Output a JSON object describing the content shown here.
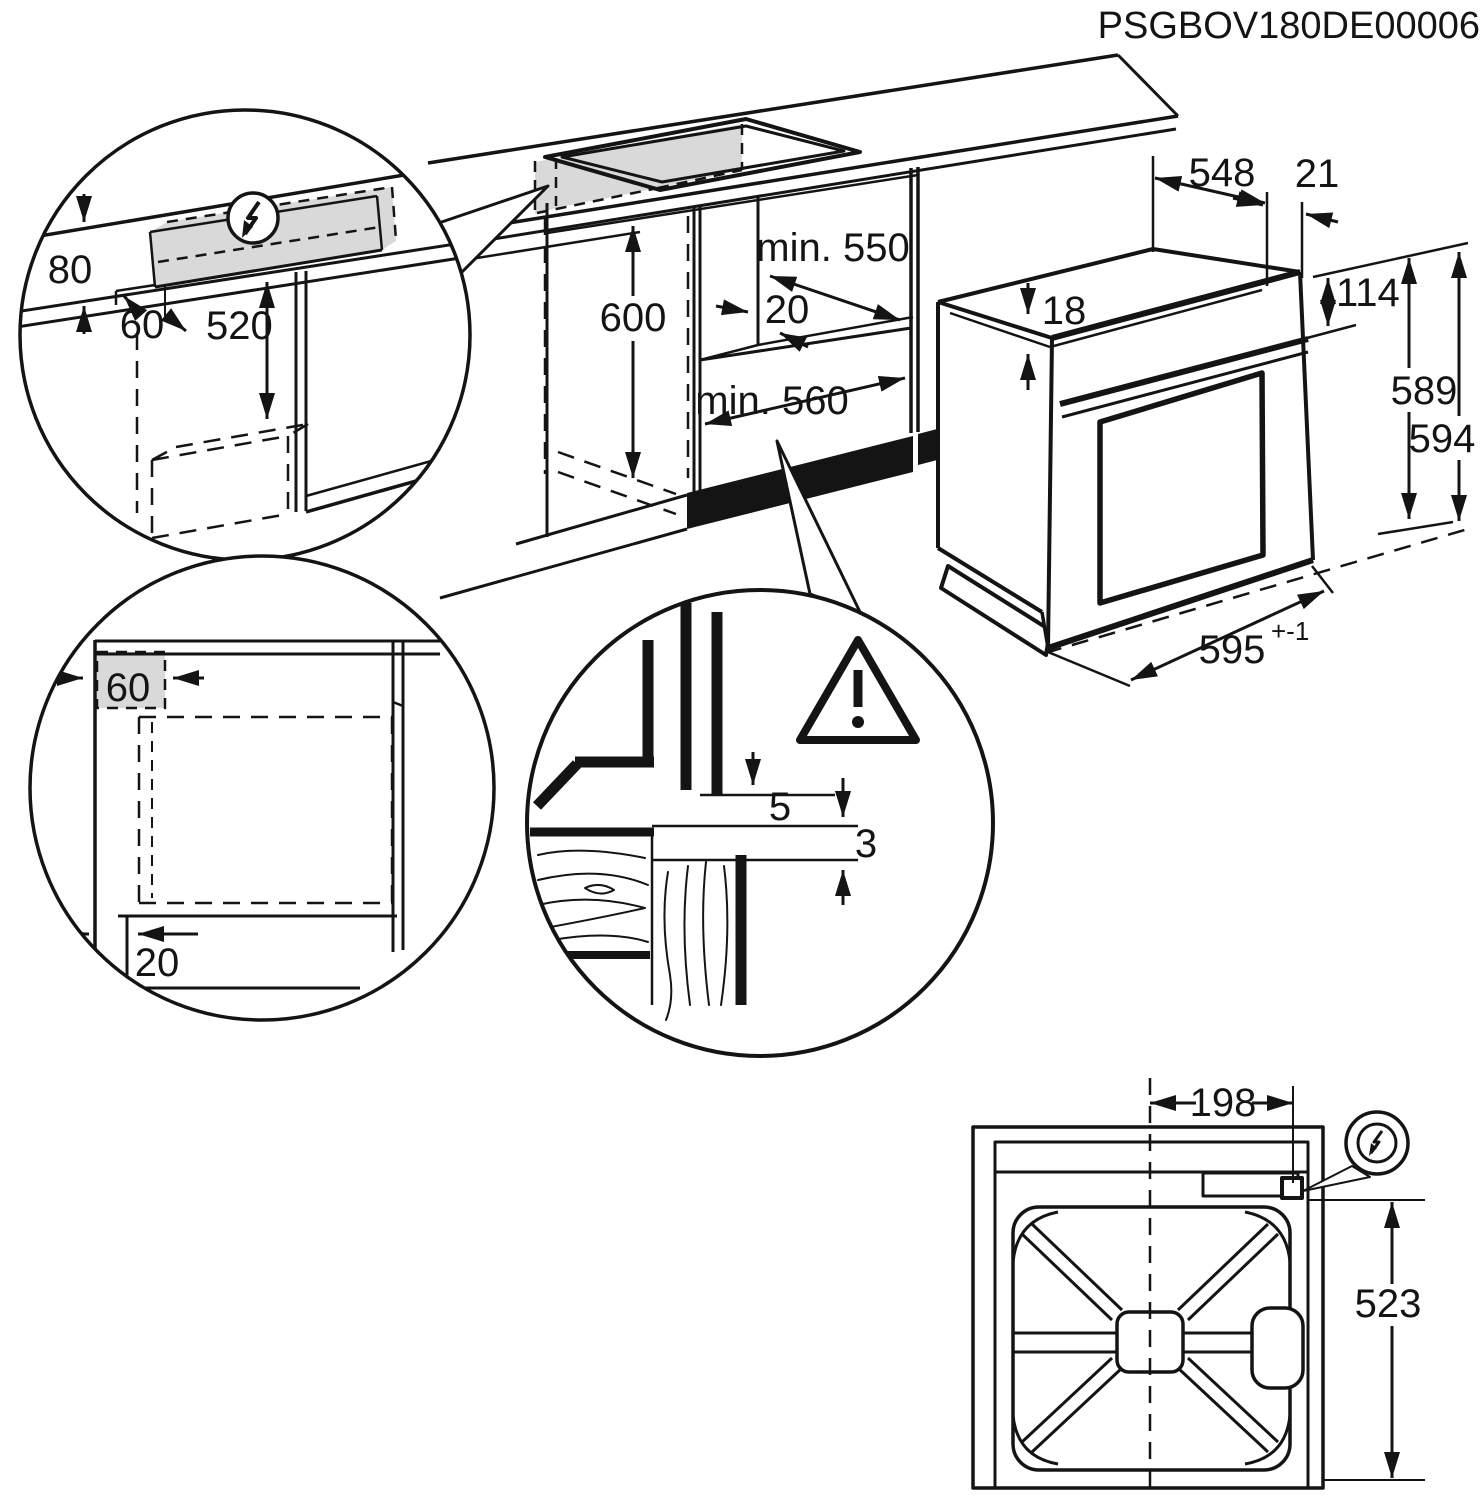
{
  "title": "PSGBOV180DE00006",
  "colors": {
    "line": "#141414",
    "shade": "#d9d9d9",
    "background": "#ffffff"
  },
  "views": {
    "electrical_detail": {
      "name": "electrical connection recess detail",
      "icon": "lightning-icon",
      "dims": {
        "recess_height": "80",
        "side_offset": "60",
        "drop": "520"
      }
    },
    "niche_cutaway": {
      "name": "cabinet niche cutaway",
      "dims": {
        "height": "600",
        "depth_min": "min. 550",
        "rear_gap": "20",
        "width_min": "min. 560"
      }
    },
    "oven": {
      "name": "oven isometric with dimensions",
      "dims": {
        "depth": "548",
        "front_frame": "21",
        "top_inset": "18",
        "panel_height": "114",
        "body_height": "589",
        "total_height": "594",
        "width": "595",
        "width_tolerance": "+-1"
      }
    },
    "top_view": {
      "name": "plan view of niche corner",
      "dims": {
        "corner_zone": "60",
        "front_clearance": "20"
      }
    },
    "gap_detail": {
      "name": "mounting gap section detail",
      "icon": "warning-triangle-icon",
      "dims": {
        "upper_gap": "5",
        "lower_gap": "3"
      }
    },
    "rear_view": {
      "name": "oven rear panel",
      "icon": "lightning-icon",
      "dims": {
        "terminal_offset": "198",
        "height": "523"
      }
    }
  }
}
